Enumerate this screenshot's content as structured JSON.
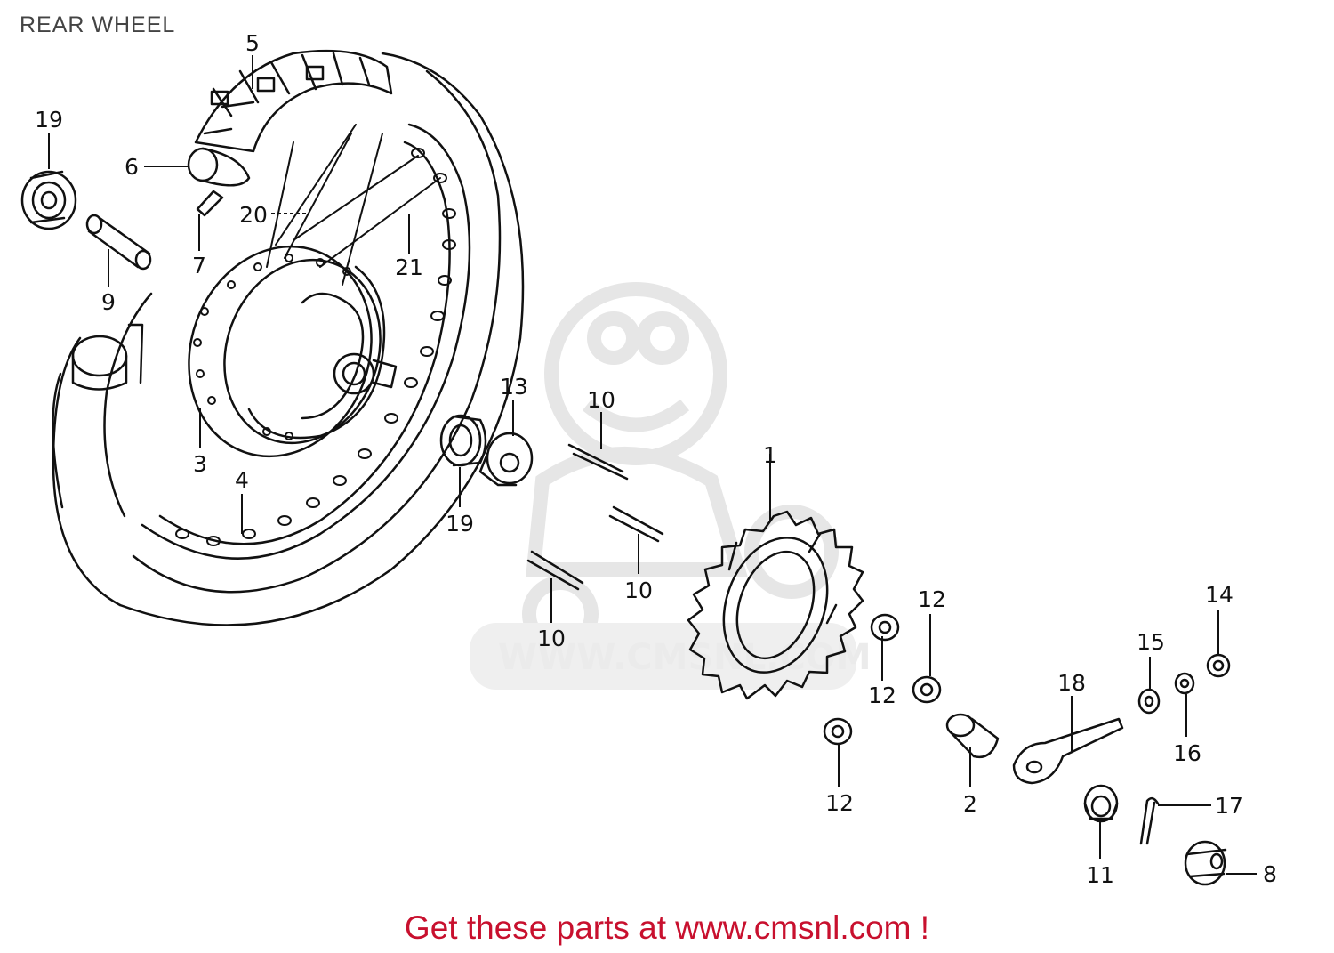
{
  "title": "REAR WHEEL",
  "footer": "Get these parts at www.cmsnl.com !",
  "colors": {
    "footer_text": "#c8102e",
    "watermark": "#e6e6e6",
    "linework": "#111111"
  },
  "watermark": {
    "text": "WWW.CMSNL.COM"
  },
  "callouts": [
    {
      "id": "5",
      "label": "5"
    },
    {
      "id": "19-left",
      "label": "19"
    },
    {
      "id": "6",
      "label": "6"
    },
    {
      "id": "20",
      "label": "20"
    },
    {
      "id": "7",
      "label": "7"
    },
    {
      "id": "21",
      "label": "21"
    },
    {
      "id": "9",
      "label": "9"
    },
    {
      "id": "3",
      "label": "3"
    },
    {
      "id": "4",
      "label": "4"
    },
    {
      "id": "13",
      "label": "13"
    },
    {
      "id": "10-top",
      "label": "10"
    },
    {
      "id": "19-center",
      "label": "19"
    },
    {
      "id": "1",
      "label": "1"
    },
    {
      "id": "10-mid",
      "label": "10"
    },
    {
      "id": "10-bottom",
      "label": "10"
    },
    {
      "id": "12-top",
      "label": "12"
    },
    {
      "id": "12-mid",
      "label": "12"
    },
    {
      "id": "12-bottom",
      "label": "12"
    },
    {
      "id": "14",
      "label": "14"
    },
    {
      "id": "15",
      "label": "15"
    },
    {
      "id": "18",
      "label": "18"
    },
    {
      "id": "16",
      "label": "16"
    },
    {
      "id": "2",
      "label": "2"
    },
    {
      "id": "17",
      "label": "17"
    },
    {
      "id": "11",
      "label": "11"
    },
    {
      "id": "8",
      "label": "8"
    }
  ]
}
